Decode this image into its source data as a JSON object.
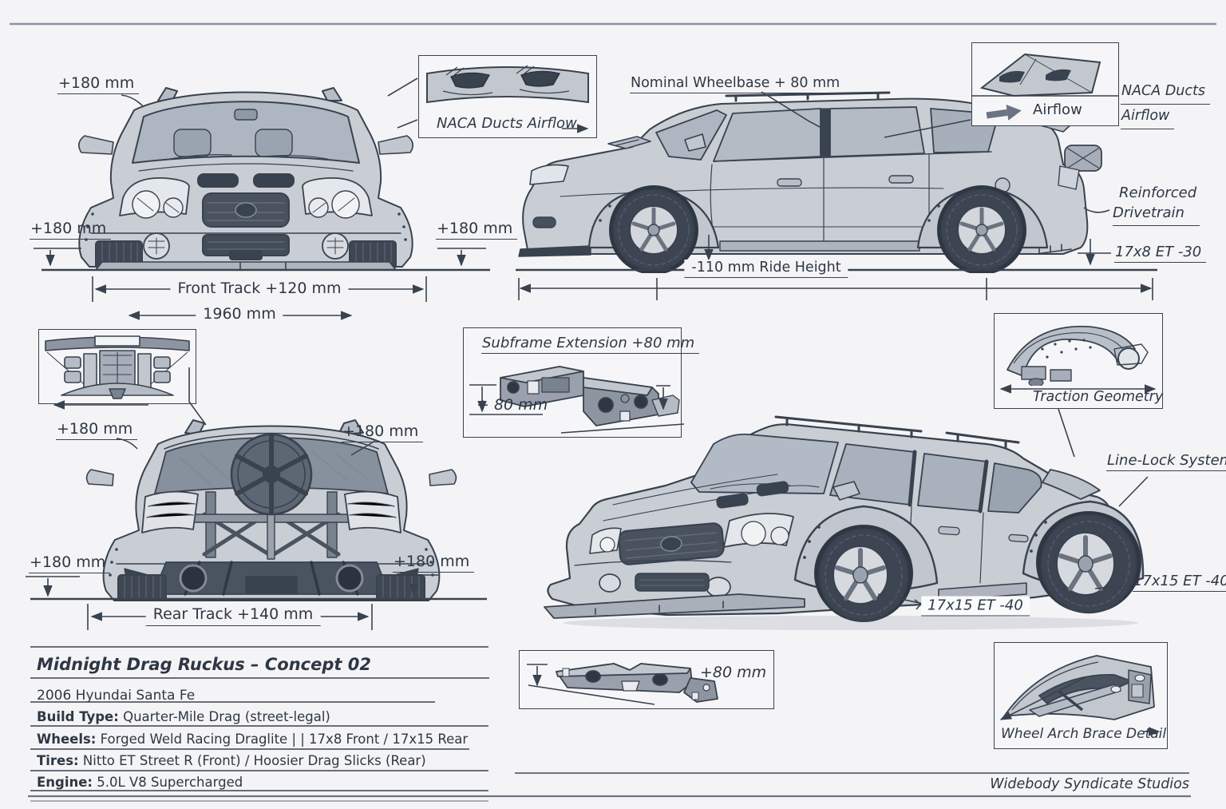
{
  "page": {
    "bg": "#f4f4f6",
    "ink": "#39424f",
    "credit": "Widebody Syndicate Studios"
  },
  "dims": {
    "plus180": "+180 mm",
    "front_track": "Front Track +120 mm",
    "overall_width": "1960 mm",
    "rear_track": "Rear Track +140 mm",
    "plus80": "+80 mm",
    "plus80_spaced": "+ 80 mm"
  },
  "naca_callout": {
    "label": "NACA Ducts Airflow"
  },
  "side_view": {
    "wheelbase": "Nominal Wheelbase + 80 mm",
    "ride_height": "-110 mm  Ride Height",
    "front_wheel_spec": "17x8 ET -30",
    "drivetrain_line1": "Reinforced",
    "drivetrain_line2": "Drivetrain"
  },
  "naca_box": {
    "inner_label": "Airflow",
    "caption_line1": "NACA Ducts",
    "caption_line2": "Airflow"
  },
  "subframe_box": {
    "title": "Subframe Extension +80 mm"
  },
  "traction_box": {
    "label": "Traction Geometry"
  },
  "three_quarter_view": {
    "line_lock": "Line-Lock System",
    "rear_wheel_spec": "17x15 ET -40"
  },
  "wheel_arch_box": {
    "label": "Wheel Arch Brace Detail"
  },
  "spec_block": {
    "title": "Midnight Drag Ruckus – Concept 02",
    "model": "2006 Hyundai Santa Fe",
    "rows": [
      {
        "label": "Build Type:",
        "value": "Quarter-Mile Drag (street-legal)"
      },
      {
        "label": "Wheels:",
        "value": "Forged Weld Racing Draglite | | 17x8  Front / 17x15 Rear"
      },
      {
        "label": "Tires:",
        "value": "Nitto ET Street R (Front) / Hoosier Drag Slicks (Rear)"
      },
      {
        "label": "Engine:",
        "value": "5.0L V8 Supercharged"
      }
    ]
  }
}
